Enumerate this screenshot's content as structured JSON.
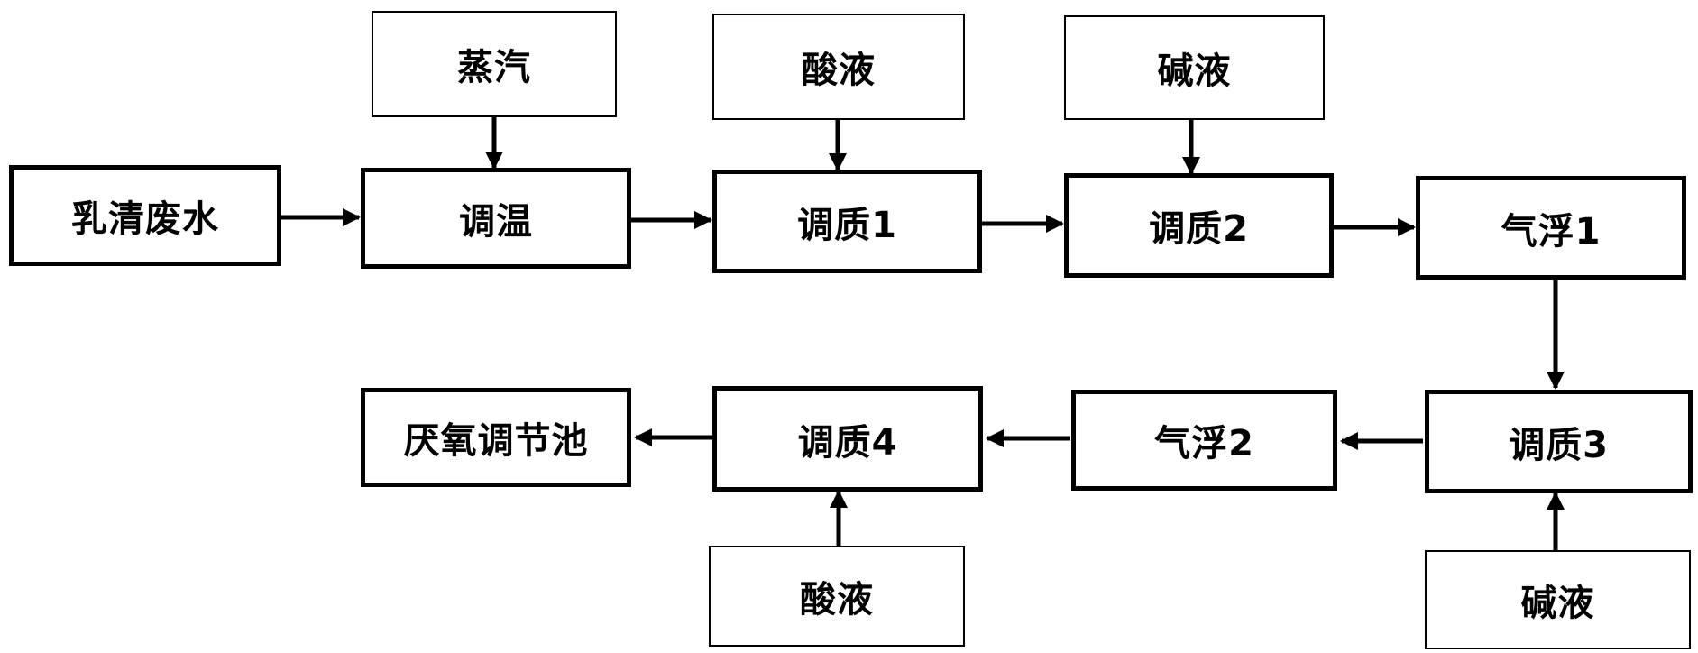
{
  "nodes": {
    "whey_wastewater": "乳清废水",
    "steam": "蒸汽",
    "temp_adjust": "调温",
    "acid_1": "酸液",
    "conditioning_1": "调质1",
    "alkali_1": "碱液",
    "conditioning_2": "调质2",
    "air_flotation_1": "气浮1",
    "conditioning_3": "调质3",
    "alkali_2": "碱液",
    "air_flotation_2": "气浮2",
    "conditioning_4": "调质4",
    "acid_2": "酸液",
    "anaerobic_tank": "厌氧调节池"
  },
  "edges": [
    {
      "from": "whey_wastewater",
      "to": "temp_adjust"
    },
    {
      "from": "steam",
      "to": "temp_adjust"
    },
    {
      "from": "temp_adjust",
      "to": "conditioning_1"
    },
    {
      "from": "acid_1",
      "to": "conditioning_1"
    },
    {
      "from": "conditioning_1",
      "to": "conditioning_2"
    },
    {
      "from": "alkali_1",
      "to": "conditioning_2"
    },
    {
      "from": "conditioning_2",
      "to": "air_flotation_1"
    },
    {
      "from": "air_flotation_1",
      "to": "conditioning_3"
    },
    {
      "from": "alkali_2",
      "to": "conditioning_3"
    },
    {
      "from": "conditioning_3",
      "to": "air_flotation_2"
    },
    {
      "from": "air_flotation_2",
      "to": "conditioning_4"
    },
    {
      "from": "acid_2",
      "to": "conditioning_4"
    },
    {
      "from": "conditioning_4",
      "to": "anaerobic_tank"
    }
  ],
  "colors": {
    "stroke": "#000000",
    "background": "#ffffff"
  }
}
